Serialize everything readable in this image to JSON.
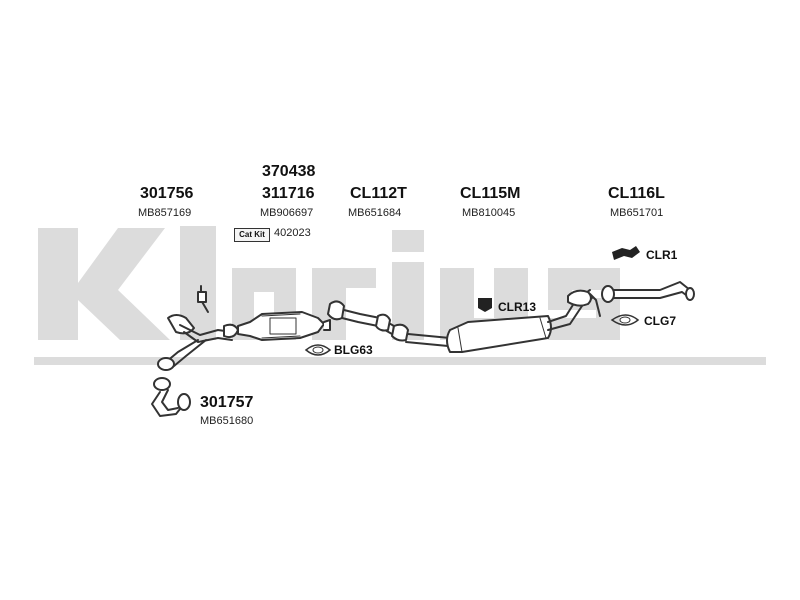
{
  "watermark": {
    "brand": "Klarius",
    "color": "#dcdcdc"
  },
  "parts": [
    {
      "id": "p1",
      "number": "301756",
      "oe": "MB857169"
    },
    {
      "id": "p2",
      "number_top": "370438",
      "number": "311716",
      "oe": "MB906697",
      "catkit_label": "Cat Kit",
      "catkit_number": "402023"
    },
    {
      "id": "p3",
      "number": "CL112T",
      "oe": "MB651684"
    },
    {
      "id": "p4",
      "number": "CL115M",
      "oe": "MB810045"
    },
    {
      "id": "p5",
      "number": "CL116L",
      "oe": "MB651701"
    },
    {
      "id": "p6",
      "number": "301757",
      "oe": "MB651680"
    }
  ],
  "fittings": [
    {
      "id": "clr1",
      "label": "CLR1",
      "icon": "rubber-hanger-icon"
    },
    {
      "id": "clr13",
      "label": "CLR13",
      "icon": "rubber-mount-icon"
    },
    {
      "id": "clg7",
      "label": "CLG7",
      "icon": "gasket-ring-icon"
    },
    {
      "id": "blg63",
      "label": "BLG63",
      "icon": "gasket-ring-icon"
    }
  ]
}
